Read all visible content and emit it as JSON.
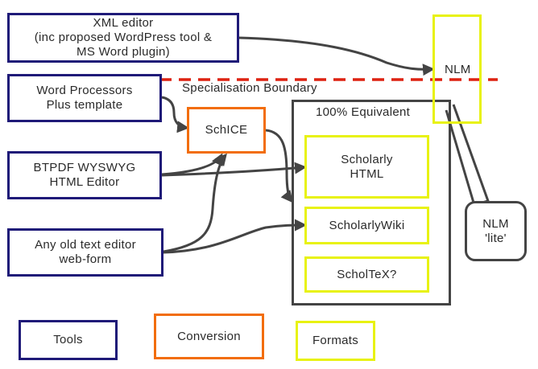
{
  "tools": {
    "xml_editor": "XML editor\n(inc proposed WordPress tool &\nMS Word plugin)",
    "word_processors": "Word Processors\nPlus template",
    "btpdf": "BTPDF WYSWYG\nHTML Editor",
    "text_editor": "Any old text editor\nweb-form"
  },
  "conversion": {
    "schice": "SchICE"
  },
  "formats": {
    "nlm": "NLM",
    "container_label": "100% Equivalent",
    "scholarly_html": "Scholarly\nHTML",
    "scholarly_wiki": "ScholarlyWiki",
    "scholtex": "ScholTeX?"
  },
  "boundary_label": "Specialisation Boundary",
  "callout": "NLM\n'lite'",
  "legend": {
    "tools": "Tools",
    "conversion": "Conversion",
    "formats": "Formats"
  },
  "colors": {
    "tool_border": "#1f1a78",
    "conversion_border": "#f26d0c",
    "format_border": "#e8f211",
    "boundary_line": "#dd2211",
    "connector": "#444444"
  }
}
